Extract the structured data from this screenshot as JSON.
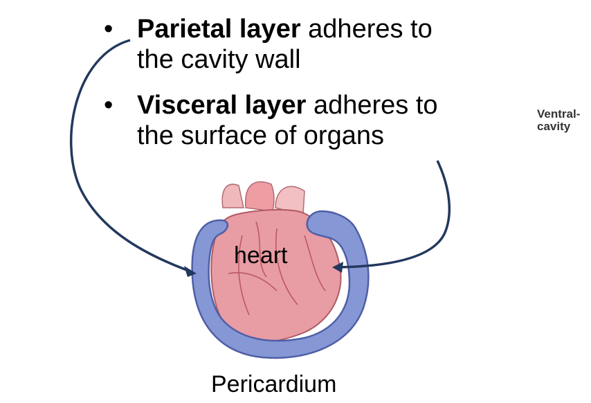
{
  "bullets": [
    {
      "bold": "Parietal layer",
      "line1_rest": " adheres to",
      "line2": "the cavity wall"
    },
    {
      "bold": "Visceral layer",
      "line1_rest": " adheres to",
      "line2": "the surface of organs"
    }
  ],
  "bullet_glyph": "•",
  "side_label": {
    "line1": "Ventral-",
    "line2": "cavity"
  },
  "heart_label": "heart",
  "caption": "Pericardium",
  "colors": {
    "arrow": "#22385e",
    "pericardium": "#7f8fd0",
    "heart": "#e49aa0"
  }
}
